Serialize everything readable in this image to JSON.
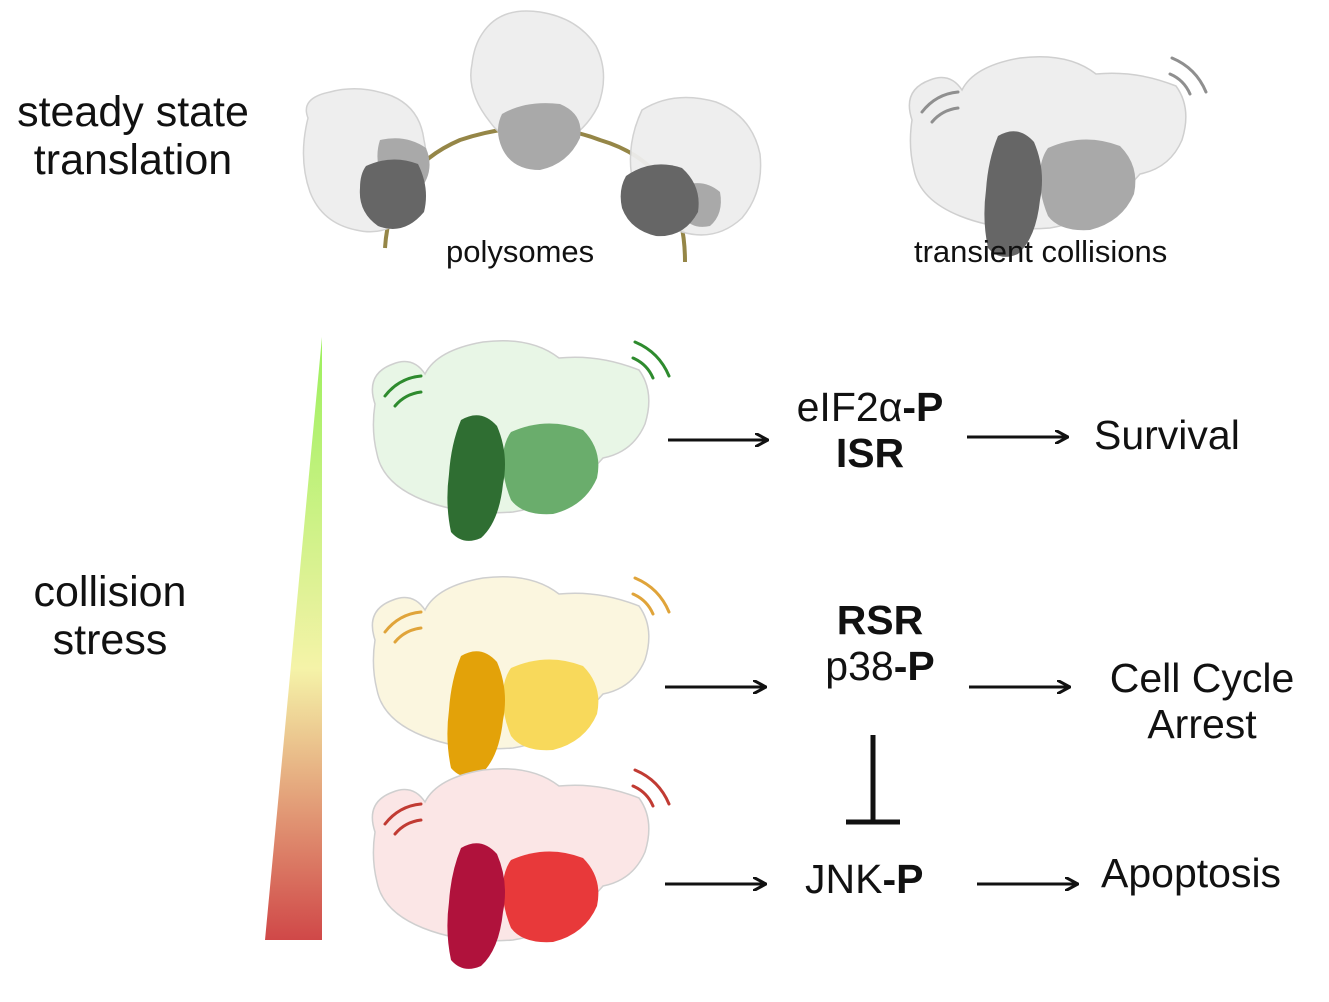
{
  "colors": {
    "neutral": {
      "body": "#eeeeee",
      "dark": "#666666",
      "light": "#a9a9a9",
      "arc": "#8f8f8f"
    },
    "green": {
      "body": "#e8f6e6",
      "dark": "#2f6e32",
      "light": "#6aad6c",
      "arc": "#2e8b2e"
    },
    "yellow": {
      "body": "#fbf6df",
      "dark": "#e3a209",
      "light": "#f8d95b",
      "arc": "#e0a43a"
    },
    "red": {
      "body": "#fbe6e6",
      "dark": "#b0123c",
      "light": "#e8393a",
      "arc": "#c13b33"
    },
    "mrna": "#958647",
    "gradient_top": "#9af05c",
    "gradient_mid": "#f5f3a8",
    "gradient_bottom": "#d04848"
  },
  "labels": {
    "steady_state": [
      "steady state",
      "translation"
    ],
    "polysomes": "polysomes",
    "transient": "transient collisions",
    "collision_stress": [
      "collision",
      "stress"
    ]
  },
  "pathways": {
    "isr": {
      "line1_prefix": "eIF2α",
      "line1_suffix": "-P",
      "line2": "ISR",
      "outcome": "Survival"
    },
    "rsr": {
      "line1": "RSR",
      "line2_prefix": "p38",
      "line2_suffix": "-P",
      "outcome_line1": "Cell Cycle",
      "outcome_line2": "Arrest"
    },
    "jnk": {
      "prefix": "JNK",
      "suffix": "-P",
      "outcome": "Apoptosis"
    }
  },
  "icons": {
    "ribosome": "ribosome-icon",
    "collided": "collided-ribosome-icon",
    "arrow": "arrow-right-icon",
    "inhibition": "inhibition-bar-icon",
    "gradient": "stress-gradient-wedge"
  }
}
